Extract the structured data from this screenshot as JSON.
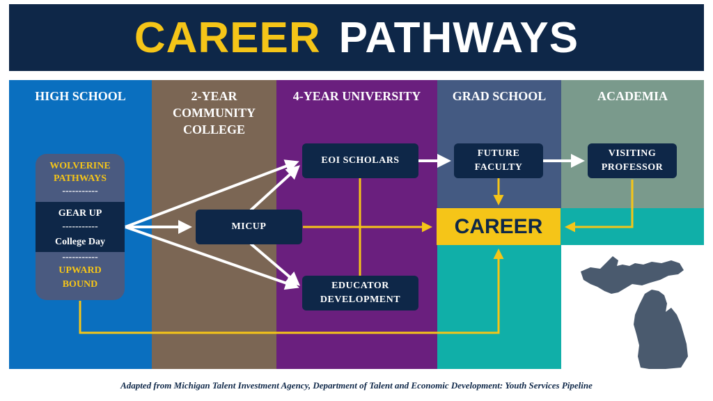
{
  "title": {
    "word1": "CAREER",
    "word2": "PATHWAYS"
  },
  "columns": [
    {
      "label": "HIGH SCHOOL",
      "color": "#0a6fbf"
    },
    {
      "label": "2-YEAR COMMUNITY COLLEGE",
      "line1": "2-YEAR",
      "line2": "COMMUNITY",
      "line3": "COLLEGE",
      "color": "#7b6654"
    },
    {
      "label": "4-YEAR UNIVERSITY",
      "color": "#6a1f7e"
    },
    {
      "label": "GRAD SCHOOL",
      "color": "#445a82"
    },
    {
      "label": "ACADEMIA",
      "color": "#7a9a8c"
    }
  ],
  "high_school_box": {
    "line1": "WOLVERINE",
    "line2": "PATHWAYS",
    "sep1": "-----------",
    "line3": "GEAR UP",
    "sep2": "-----------",
    "line4": "College Day",
    "sep3": "-----------",
    "line5": "UPWARD",
    "line6": "BOUND"
  },
  "nodes": {
    "micup": "MICUP",
    "eoi_scholars": "EOI SCHOLARS",
    "educator_line1": "EDUCATOR",
    "educator_line2": "DEVELOPMENT",
    "future_line1": "FUTURE",
    "future_line2": "FACULTY",
    "visiting_line1": "VISITING",
    "visiting_line2": "PROFESSOR",
    "career": "CAREER"
  },
  "colors": {
    "navy": "#0e2748",
    "gold": "#f5c518",
    "teal": "#10afa8",
    "map": "#4a5a6e"
  },
  "footer": "Adapted from Michigan Talent Investment Agency, Department of Talent and Economic Development: Youth Services Pipeline"
}
